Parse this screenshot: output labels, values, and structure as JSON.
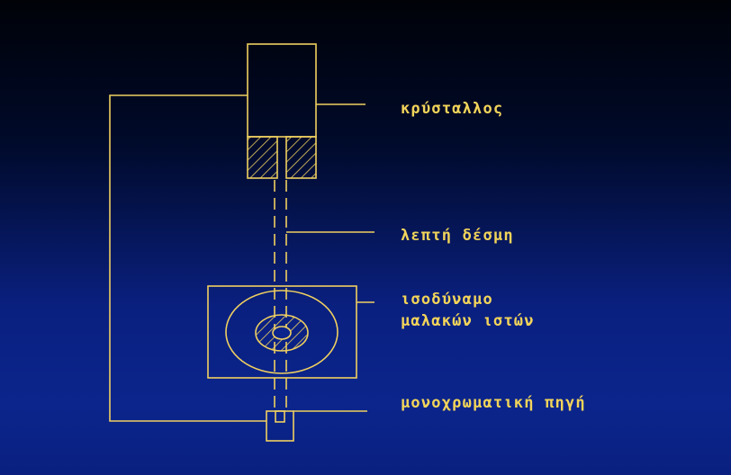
{
  "labels": {
    "crystal": "κρύσταλλος",
    "beam": "λεπτή δέσμη",
    "phantom_line1": "ισοδύναμο",
    "phantom_line2": "μαλακών ιστών",
    "source": "μονοχρωματική πηγή"
  },
  "colors": {
    "background_top": "#000208",
    "background_bottom": "#0b258c",
    "line": "#f0d060",
    "text": "#f2d45a"
  }
}
